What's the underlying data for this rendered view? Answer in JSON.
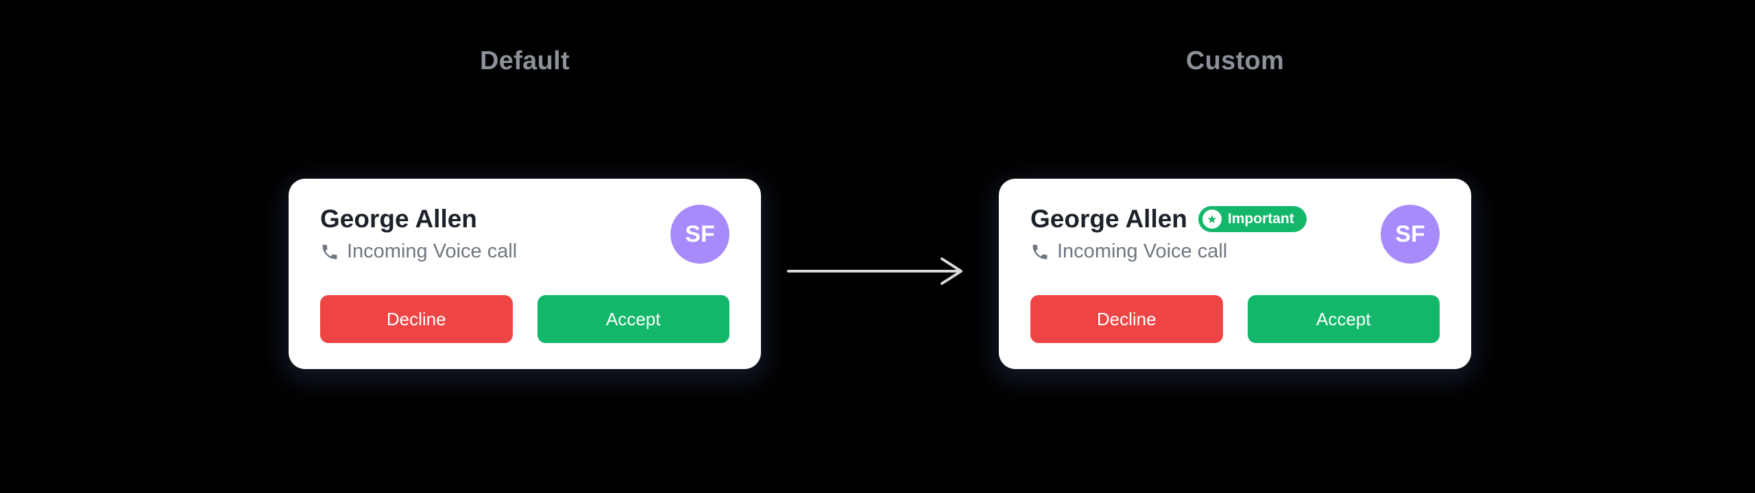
{
  "colors": {
    "background": "#000000",
    "card_bg": "#ffffff",
    "title_text": "#8b9099",
    "name_text": "#1d2129",
    "subtitle_text": "#6f7680",
    "decline_bg": "#ef4444",
    "accept_bg": "#12b76a",
    "badge_bg": "#12b76a",
    "avatar_bg": "#a78bfa",
    "arrow": "#d9d9d9"
  },
  "sections": {
    "default": {
      "title": "Default",
      "card": {
        "caller_name": "George Allen",
        "call_type": "Incoming Voice call",
        "avatar_initials": "SF",
        "decline_label": "Decline",
        "accept_label": "Accept"
      }
    },
    "custom": {
      "title": "Custom",
      "card": {
        "caller_name": "George Allen",
        "badge_label": "Important",
        "call_type": "Incoming Voice call",
        "avatar_initials": "SF",
        "decline_label": "Decline",
        "accept_label": "Accept"
      }
    }
  }
}
